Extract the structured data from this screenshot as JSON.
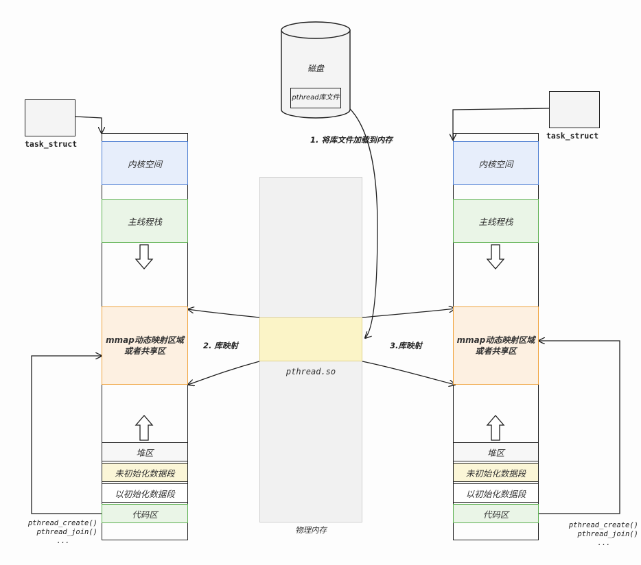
{
  "disk": {
    "title": "磁盘",
    "lib_file": "pthread库文件"
  },
  "steps": {
    "load": "1. 将库文件加载到内存",
    "map_left": "2. 库映射",
    "map_right": "3.库映射"
  },
  "physical_memory": {
    "title": "物理内存",
    "lib_label": "pthread.so"
  },
  "process_left": {
    "task_label": "task_struct",
    "segments": {
      "kernel": "内核空间",
      "stack": "主线程栈",
      "mmap_line1": "mmap动态映射区域",
      "mmap_line2": "或者共享区",
      "heap": "堆区",
      "bss": "未初始化数据段",
      "data": "以初始化数据段",
      "code": "代码区"
    },
    "funcs": [
      "pthread_create()",
      "pthread_join()",
      "..."
    ]
  },
  "process_right": {
    "task_label": "task_struct",
    "segments": {
      "kernel": "内核空间",
      "stack": "主线程栈",
      "mmap_line1": "mmap动态映射区域",
      "mmap_line2": "或者共享区",
      "heap": "堆区",
      "bss": "未初始化数据段",
      "data": "以初始化数据段",
      "code": "代码区"
    },
    "funcs": [
      "pthread_create()",
      "pthread_join()",
      "..."
    ]
  },
  "colors": {
    "kernel": "#4a7bd1",
    "stack": "#5bb04f",
    "mmap": "#f0a23a",
    "lib_band": "#fbf4c7"
  }
}
